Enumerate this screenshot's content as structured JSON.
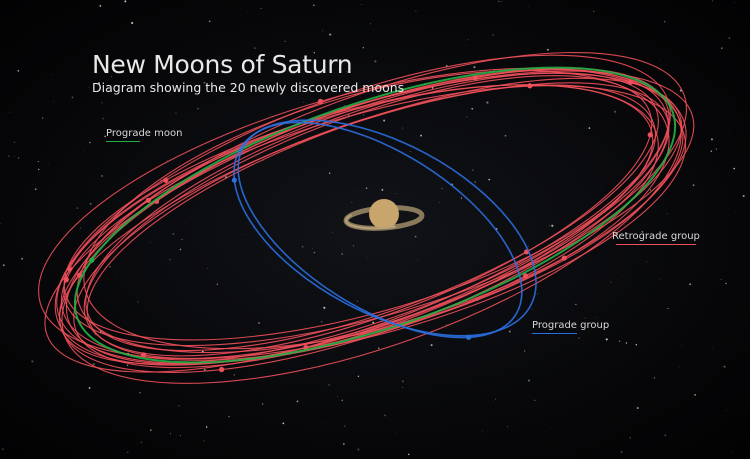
{
  "title": "New Moons of Saturn",
  "subtitle": "Diagram showing the 20 newly discovered moons",
  "labels": {
    "prograde_moon": "Prograde moon",
    "retrograde_group": "Retrograde group",
    "prograde_group": "Prograde group"
  },
  "colors": {
    "retrograde": "#f0505a",
    "prograde_group": "#2a6fe0",
    "prograde_moon": "#22b045",
    "saturn": "#c9a56e"
  },
  "counts": {
    "retrograde_orbits": 17,
    "prograde_group_orbits": 2,
    "prograde_moon_orbits": 1
  }
}
